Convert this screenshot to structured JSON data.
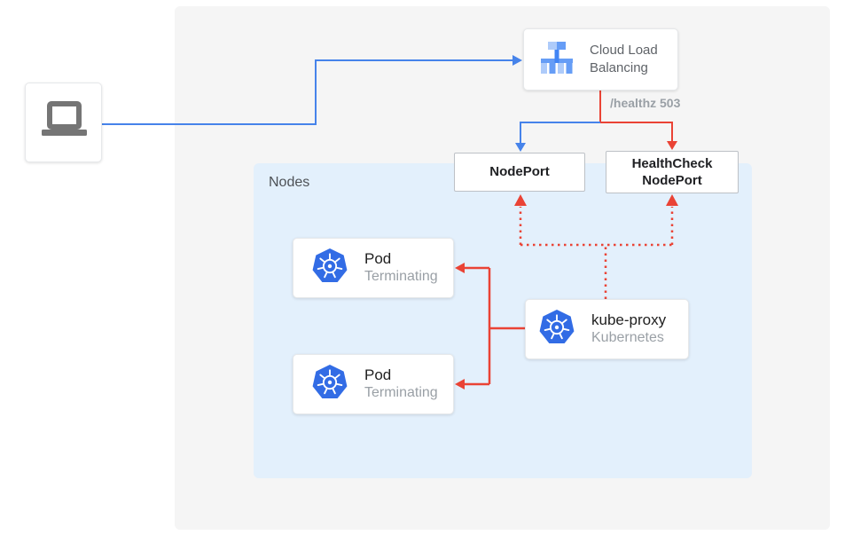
{
  "diagram": {
    "nodes_label": "Nodes",
    "cloud_lb": {
      "label": "Cloud Load Balancing"
    },
    "healthz_status": "/healthz 503",
    "nodeport": {
      "label": "NodePort"
    },
    "healthcheck_nodeport": {
      "label": "HealthCheck NodePort"
    },
    "pods": [
      {
        "title": "Pod",
        "subtitle": "Terminating"
      },
      {
        "title": "Pod",
        "subtitle": "Terminating"
      }
    ],
    "kube_proxy": {
      "title": "kube-proxy",
      "subtitle": "Kubernetes"
    },
    "colors": {
      "traffic_blue": "#4683EA",
      "health_red": "#EA4335",
      "kubernetes_blue": "#326CE5",
      "lb_icon_light": "#AECBFA",
      "lb_icon_medium": "#669DF6",
      "lb_icon_dark": "#4285F4",
      "nodes_bg": "#E3F0FC",
      "panel_bg": "#F5F5F5",
      "laptop_gray": "#757575"
    }
  }
}
